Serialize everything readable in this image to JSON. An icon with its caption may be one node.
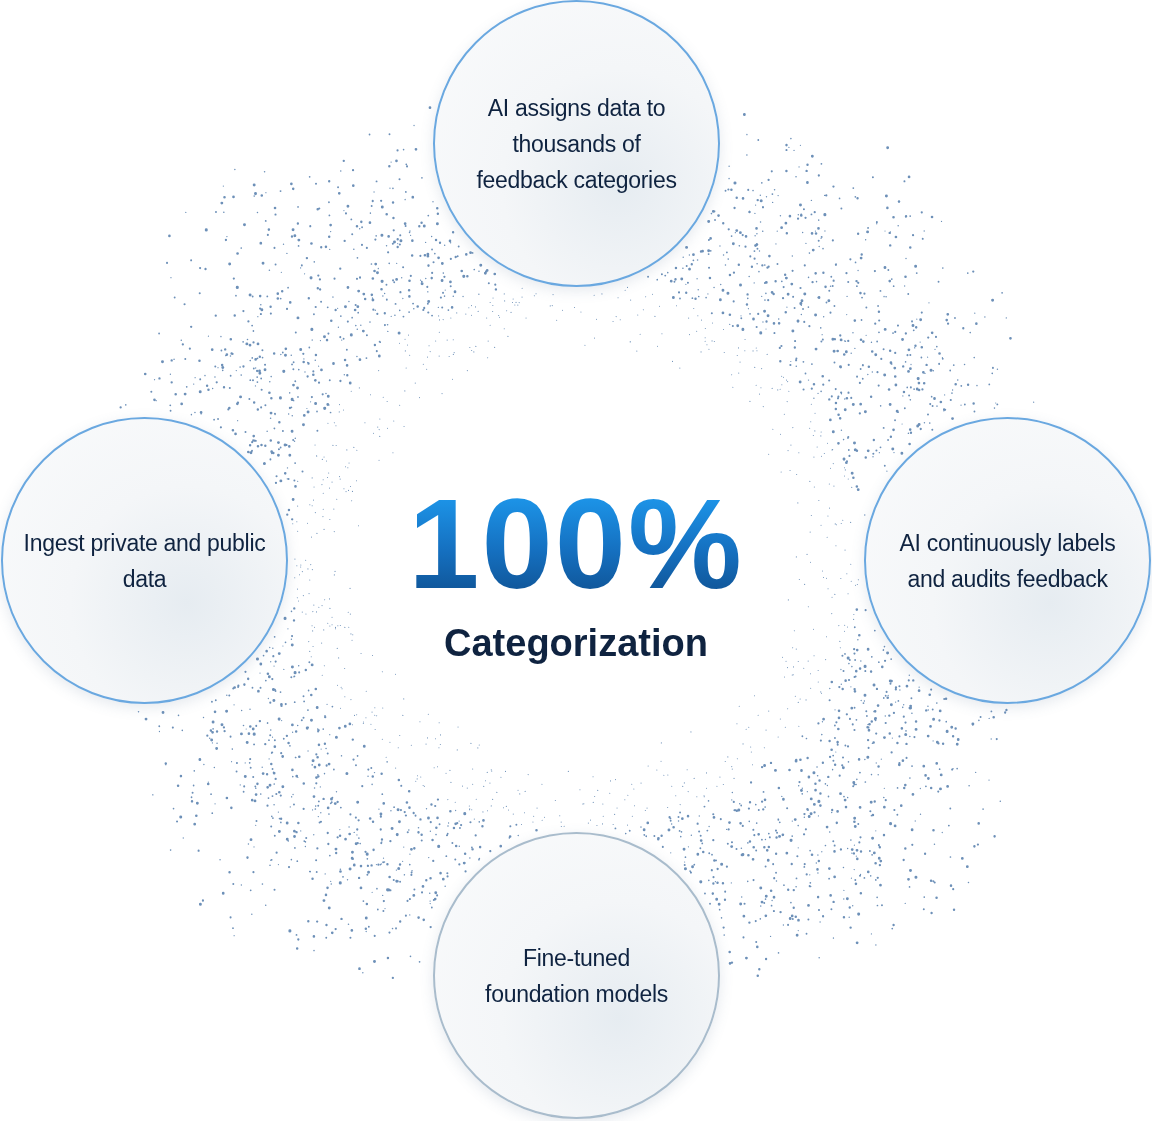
{
  "diagram": {
    "nodes": [
      {
        "text": [
          "AI assigns data to thousands of feedback categories"
        ]
      },
      {
        "text": [
          "Ingest private and public data"
        ]
      },
      {
        "text": [
          "100%",
          "Categorization"
        ]
      },
      {
        "text": [
          "AI continuously labels and audits feedback"
        ]
      },
      {
        "text": [
          "Fine-tuned foundation models"
        ]
      }
    ]
  }
}
